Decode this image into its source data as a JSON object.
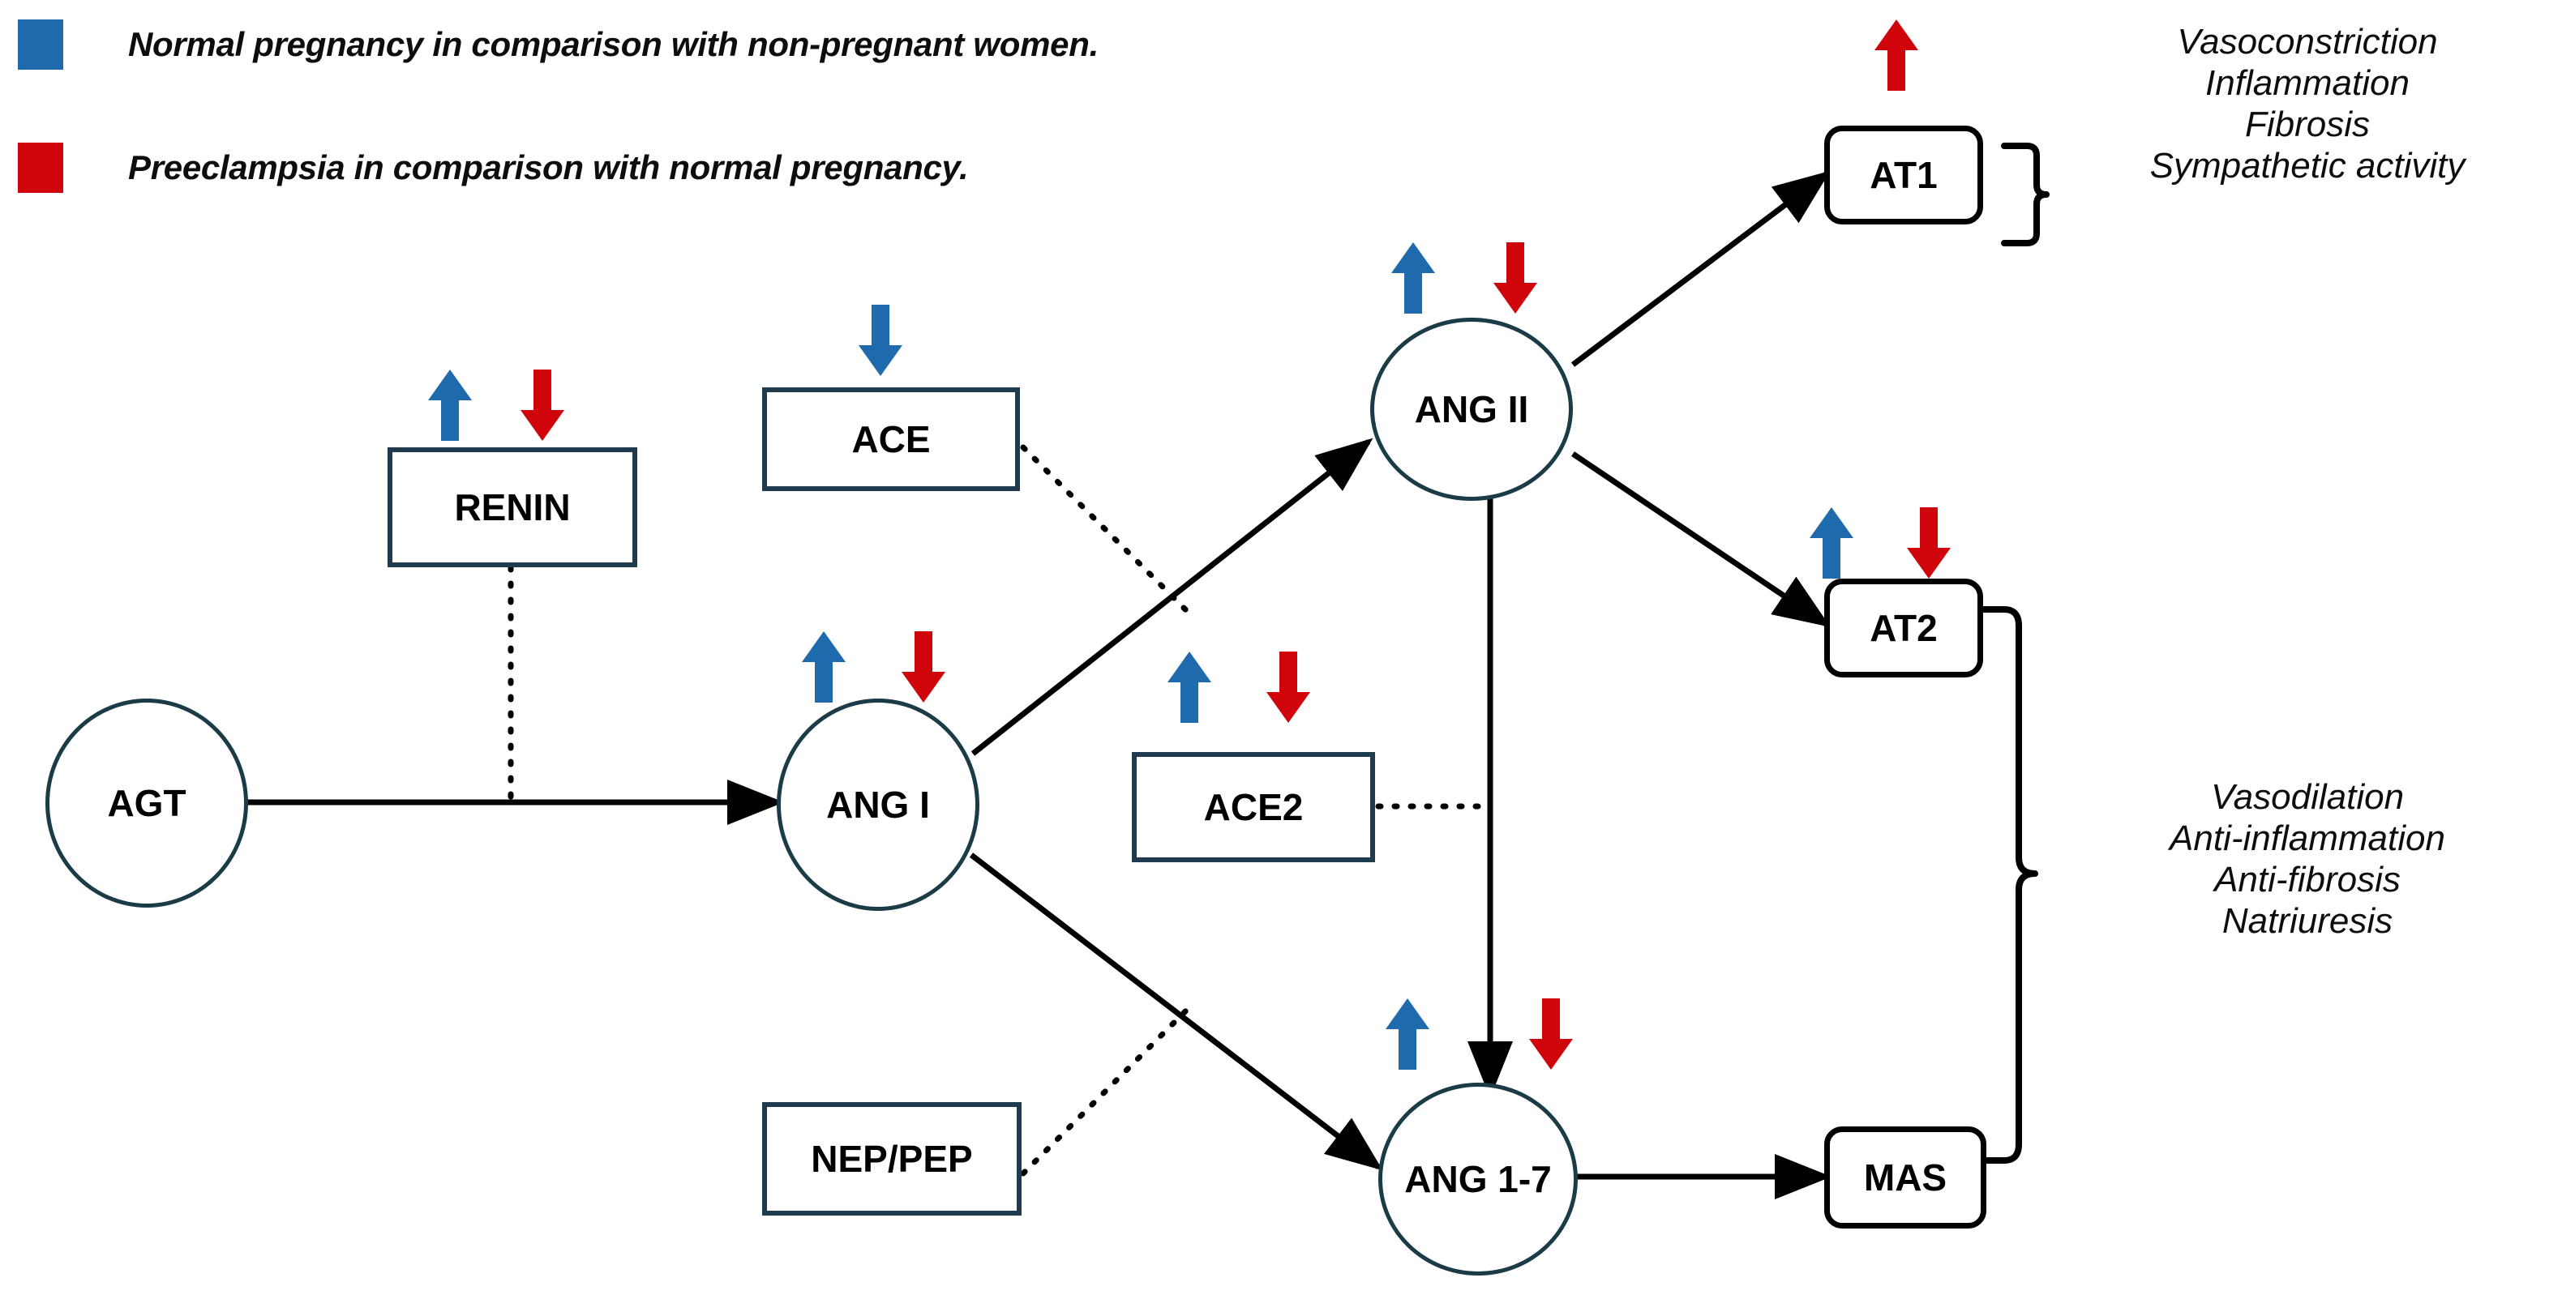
{
  "legend": {
    "items": [
      {
        "color": "#1f6aad",
        "label": "Normal pregnancy in comparison with non-pregnant women."
      },
      {
        "color": "#d0040b",
        "label": "Preeclampsia in comparison with normal pregnancy."
      }
    ]
  },
  "colors": {
    "up_blue": "#1f6aad",
    "down_red": "#d0040b",
    "node_stroke_navy": "#1f3b4d",
    "node_stroke_black": "#000000",
    "text": "#000000",
    "background": "#ffffff"
  },
  "nodes": [
    {
      "id": "agt",
      "label": "AGT",
      "shape": "circle"
    },
    {
      "id": "renin",
      "label": "RENIN",
      "shape": "rect"
    },
    {
      "id": "ace",
      "label": "ACE",
      "shape": "rect"
    },
    {
      "id": "angi",
      "label": "ANG I",
      "shape": "circle"
    },
    {
      "id": "ace2",
      "label": "ACE2",
      "shape": "rect"
    },
    {
      "id": "neppep",
      "label": "NEP/PEP",
      "shape": "rect"
    },
    {
      "id": "angii",
      "label": "ANG II",
      "shape": "circle"
    },
    {
      "id": "ang17",
      "label": "ANG 1-7",
      "shape": "circle"
    },
    {
      "id": "at1",
      "label": "AT1",
      "shape": "round"
    },
    {
      "id": "at2",
      "label": "AT2",
      "shape": "round"
    },
    {
      "id": "mas",
      "label": "MAS",
      "shape": "round"
    }
  ],
  "regulation": [
    {
      "node": "renin",
      "normal_pregnancy": "up",
      "preeclampsia": "down"
    },
    {
      "node": "ace",
      "normal_pregnancy": "down",
      "preeclampsia": null
    },
    {
      "node": "angi",
      "normal_pregnancy": "up",
      "preeclampsia": "down"
    },
    {
      "node": "ace2",
      "normal_pregnancy": "up",
      "preeclampsia": "down"
    },
    {
      "node": "angii",
      "normal_pregnancy": "up",
      "preeclampsia": "down"
    },
    {
      "node": "ang17",
      "normal_pregnancy": "up",
      "preeclampsia": "down"
    },
    {
      "node": "at1",
      "normal_pregnancy": null,
      "preeclampsia": "up"
    },
    {
      "node": "at2",
      "normal_pregnancy": "up",
      "preeclampsia": "down"
    },
    {
      "node": "mas",
      "normal_pregnancy": null,
      "preeclampsia": null
    },
    {
      "node": "neppep",
      "normal_pregnancy": null,
      "preeclampsia": null
    },
    {
      "node": "agt",
      "normal_pregnancy": null,
      "preeclampsia": null
    }
  ],
  "edges": [
    {
      "from": "agt",
      "to": "angi",
      "style": "solid"
    },
    {
      "from": "angi",
      "to": "angii",
      "style": "solid"
    },
    {
      "from": "angi",
      "to": "ang17",
      "style": "solid"
    },
    {
      "from": "angii",
      "to": "at1",
      "style": "solid"
    },
    {
      "from": "angii",
      "to": "at2",
      "style": "solid"
    },
    {
      "from": "angii",
      "to": "ang17",
      "style": "solid"
    },
    {
      "from": "ang17",
      "to": "mas",
      "style": "solid"
    },
    {
      "from": "renin",
      "to": "agt-angi-link",
      "style": "dotted"
    },
    {
      "from": "ace",
      "to": "angi-angii-link",
      "style": "dotted"
    },
    {
      "from": "ace2",
      "to": "angii-ang17-link",
      "style": "dotted"
    },
    {
      "from": "neppep",
      "to": "angi-ang17-link",
      "style": "dotted"
    }
  ],
  "effects": {
    "at1_group": {
      "lines": [
        "Vasoconstriction",
        "Inflammation",
        "Fibrosis",
        "Sympathetic activity"
      ]
    },
    "at2_mas_group": {
      "lines": [
        "Vasodilation",
        "Anti-inflammation",
        "Anti-fibrosis",
        "Natriuresis"
      ]
    }
  }
}
